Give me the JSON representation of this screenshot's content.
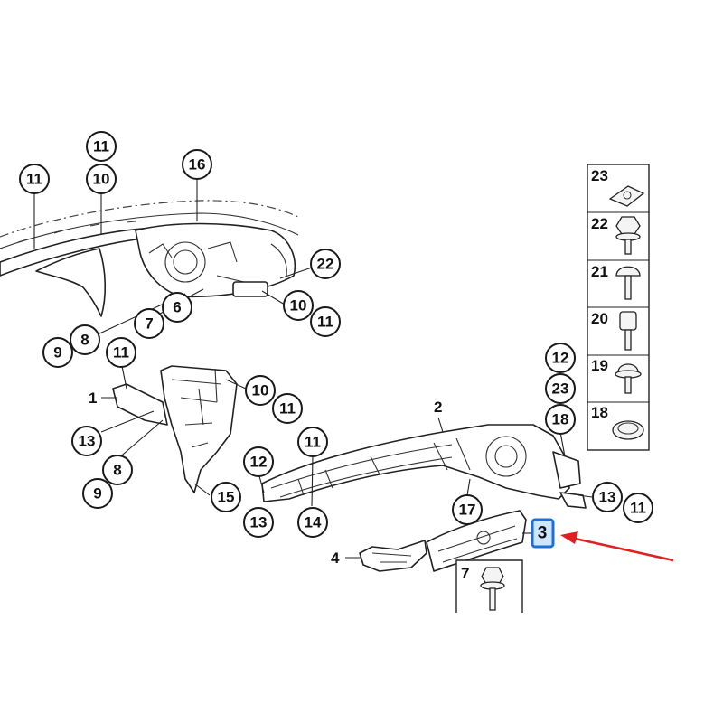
{
  "callouts": {
    "c11_tl": "11",
    "c11_top": "11",
    "c10_top": "10",
    "c16": "16",
    "c22": "22",
    "c10_r": "10",
    "c11_r": "11",
    "c6": "6",
    "c7": "7",
    "c8_top": "8",
    "c9_top": "9",
    "c11_mid": "11",
    "c10_mid": "10",
    "c11_mid2": "11",
    "c13_left": "13",
    "c8_low": "8",
    "c9_low": "9",
    "c15": "15",
    "c12_mid": "12",
    "c13_mid": "13",
    "c11_c": "11",
    "c14": "14",
    "c17": "17",
    "c12_right": "12",
    "c23_right": "23",
    "c18_right": "18",
    "c13_right": "13",
    "c11_right": "11"
  },
  "plain_labels": {
    "part1": "1",
    "part2": "2",
    "part4": "4"
  },
  "highlight": {
    "label": "3",
    "box_color": "#1f6fd6",
    "arrow_color": "#e02020"
  },
  "hardware_panel": {
    "items": [
      {
        "label": "23",
        "icon": "clip-nut-icon"
      },
      {
        "label": "22",
        "icon": "hex-flange-screw-icon"
      },
      {
        "label": "21",
        "icon": "round-head-screw-icon"
      },
      {
        "label": "20",
        "icon": "hex-socket-bolt-icon"
      },
      {
        "label": "19",
        "icon": "flange-screw-icon"
      },
      {
        "label": "18",
        "icon": "grommet-ring-icon"
      }
    ]
  },
  "bottom_panel": {
    "label": "7",
    "icon": "flange-bolt-icon"
  }
}
